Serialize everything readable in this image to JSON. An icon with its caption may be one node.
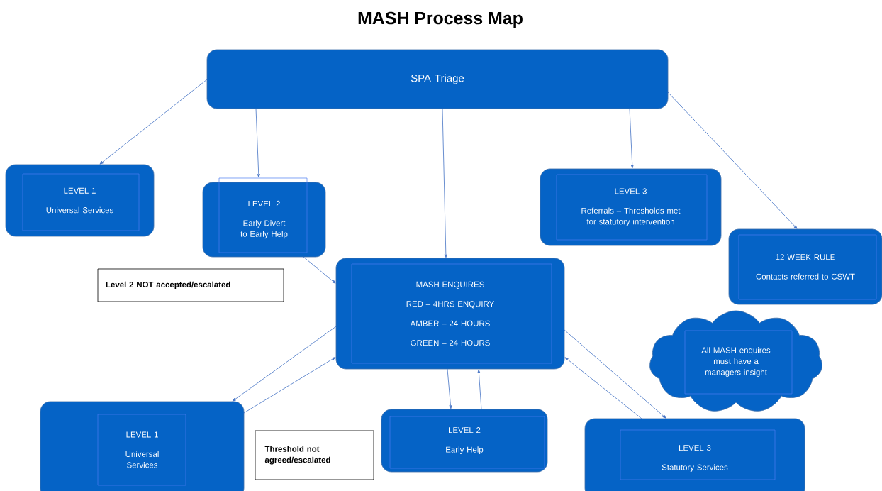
{
  "diagram": {
    "title": "MASH Process Map",
    "nodes": [
      {
        "text": [
          "SPA Triage"
        ]
      },
      {
        "text": [
          "LEVEL 1",
          "Universal Services"
        ]
      },
      {
        "text": [
          "LEVEL 2",
          "Early Divert to Early Help"
        ]
      },
      {
        "text": [
          "LEVEL 3",
          "Referrals – Thresholds met for statutory intervention"
        ]
      },
      {
        "text": [
          "12 WEEK RULE",
          "Contacts referred to CSWT"
        ]
      },
      {
        "text": [
          "Level 2 NOT accepted/escalated"
        ]
      },
      {
        "text": [
          "MASH ENQUIRES",
          "RED – 4HRS ENQUIRY",
          "AMBER – 24 HOURS",
          "GREEN – 24 HOURS"
        ]
      },
      {
        "text": [
          "All MASH enquires must have a managers insight"
        ]
      },
      {
        "text": [
          "LEVEL 1",
          "Universal Services"
        ]
      },
      {
        "text": [
          "Threshold not agreed/escalated"
        ]
      },
      {
        "text": [
          "LEVEL 2",
          "Early Help"
        ]
      },
      {
        "text": [
          "LEVEL 3",
          "Statutory Services"
        ]
      }
    ],
    "edges": [
      {
        "from": 0,
        "to": 1,
        "arrow": "to"
      },
      {
        "from": 0,
        "to": 2,
        "arrow": "to"
      },
      {
        "from": 0,
        "to": 6,
        "arrow": "to"
      },
      {
        "from": 0,
        "to": 3,
        "arrow": "to"
      },
      {
        "from": 0,
        "to": 4,
        "arrow": "to"
      },
      {
        "from": 2,
        "to": 6,
        "arrow": "to"
      },
      {
        "from": 6,
        "to": 8,
        "arrow": "to"
      },
      {
        "from": 8,
        "to": 6,
        "arrow": "to"
      },
      {
        "from": 6,
        "to": 10,
        "arrow": "to"
      },
      {
        "from": 10,
        "to": 6,
        "arrow": "to"
      },
      {
        "from": 11,
        "to": 6,
        "arrow": "to"
      },
      {
        "from": 6,
        "to": 11,
        "arrow": "to"
      }
    ]
  }
}
